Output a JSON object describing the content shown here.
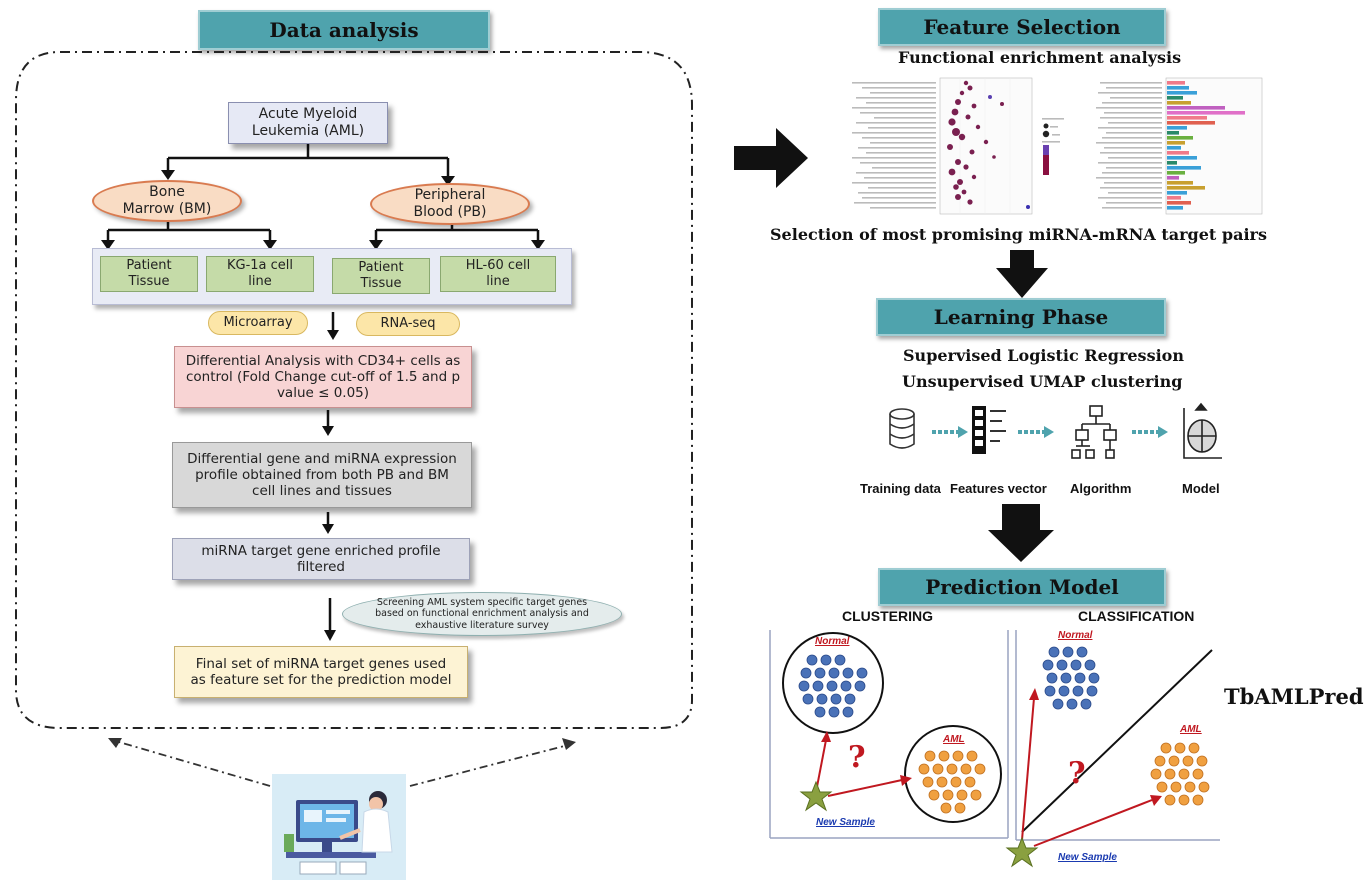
{
  "left": {
    "header": "Data analysis",
    "aml": "Acute Myeloid Leukemia (AML)",
    "bm": "Bone Marrow (BM)",
    "pb": "Peripheral Blood (PB)",
    "patient_tissue": "Patient Tissue",
    "kg1a": "KG-1a cell line",
    "hl60": "HL-60 cell line",
    "microarray": "Microarray",
    "rnaseq": "RNA-seq",
    "diff_analysis": "Differential Analysis with CD34+ cells as control (Fold Change cut-off of 1.5 and p value ≤ 0.05)",
    "diff_profile": "Differential gene and miRNA expression profile obtained from both PB and BM cell lines and tissues",
    "target_filtered": "miRNA target gene enriched profile filtered",
    "screening": "Screening AML system specific target genes based on functional enrichment analysis and exhaustive literature survey",
    "final_set": "Final set of miRNA target genes used as feature set for the prediction model"
  },
  "right": {
    "feature_header": "Feature Selection",
    "enrichment_title": "Functional enrichment analysis",
    "selection_text": "Selection of most promising miRNA-mRNA target pairs",
    "learning_header": "Learning Phase",
    "supervised": "Supervised Logistic Regression",
    "unsupervised": "Unsupervised UMAP clustering",
    "pipeline": [
      "Training data",
      "Features vector",
      "Algorithm",
      "Model"
    ],
    "prediction_header": "Prediction Model",
    "clustering_title": "CLUSTERING",
    "classification_title": "CLASSIFICATION",
    "normal": "Normal",
    "aml": "AML",
    "new_sample": "New Sample",
    "question": "?",
    "tool_name": "TbAMLPred"
  },
  "colors": {
    "header_bg": "#4fa3ad",
    "normal_dots": "#4a72b8",
    "aml_dots": "#f0a040",
    "star": "#8aa040",
    "arrow_red": "#c01820"
  }
}
